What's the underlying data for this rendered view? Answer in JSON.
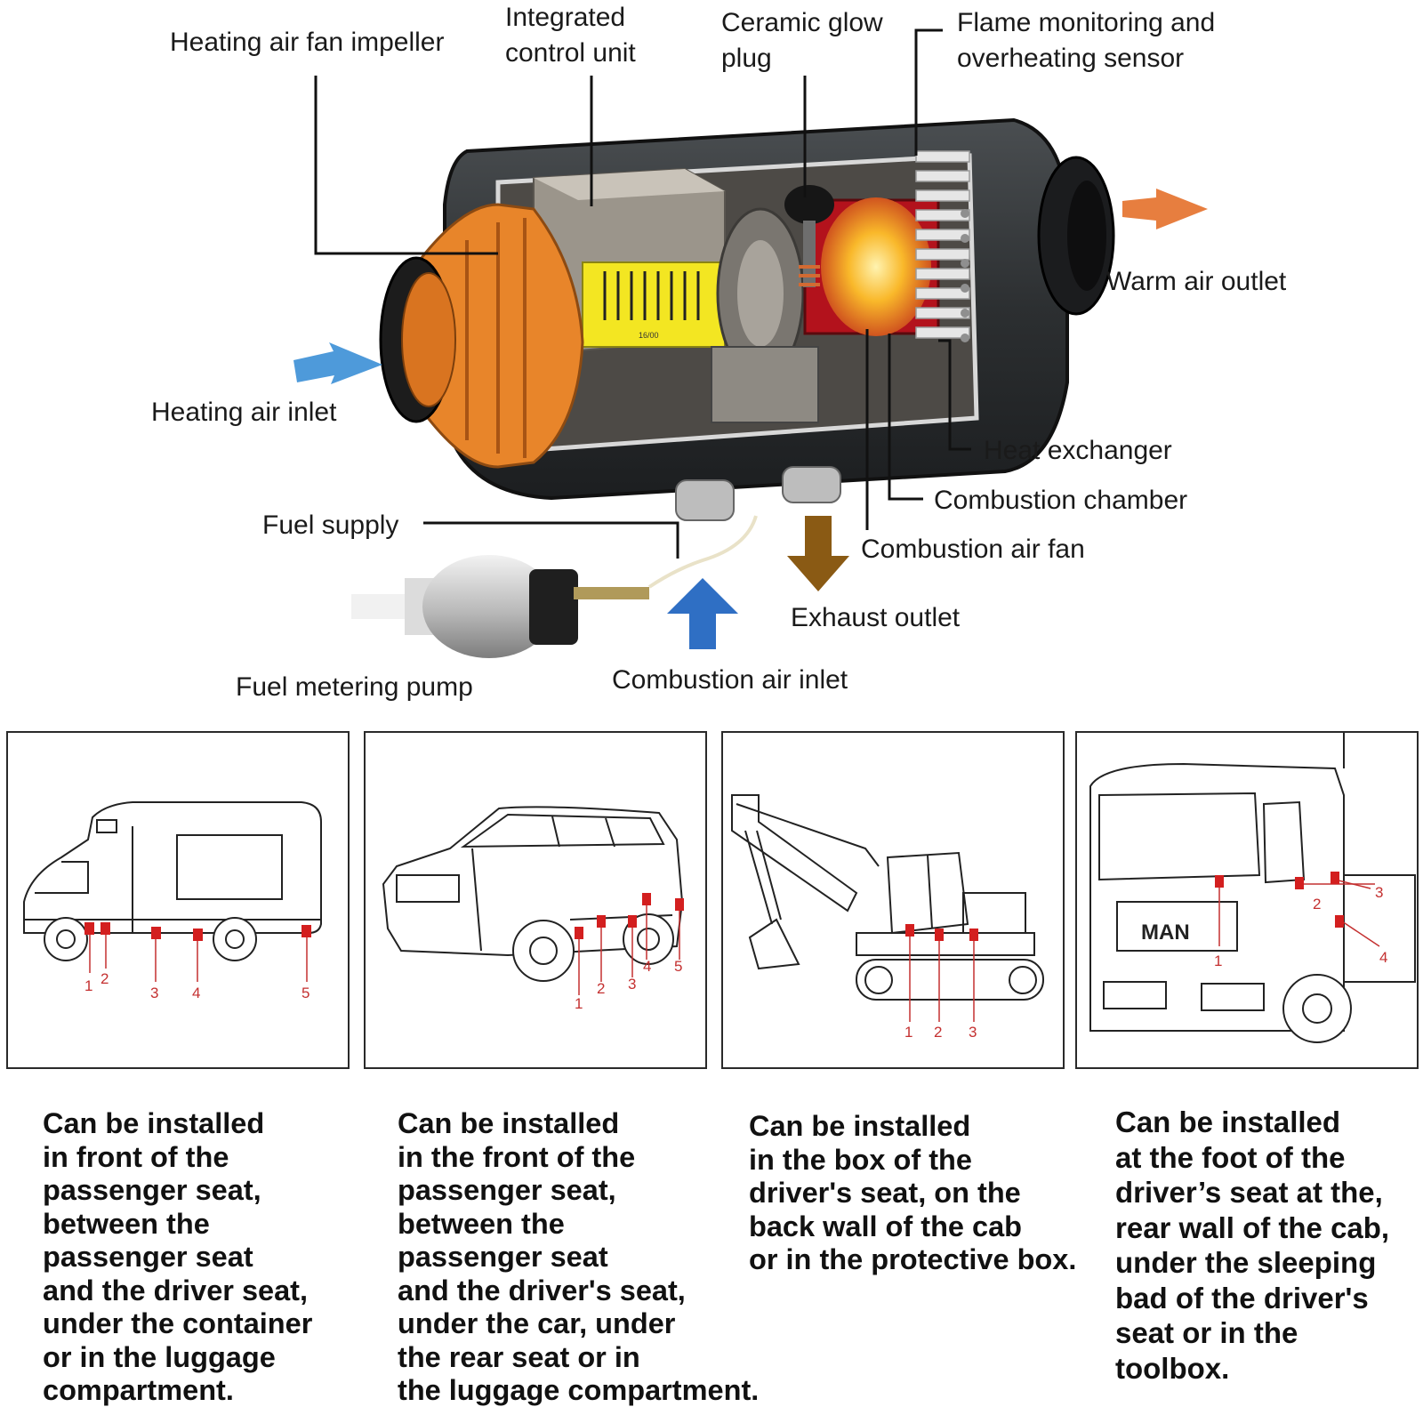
{
  "heater_labels": {
    "fan_impeller": "Heating air fan impeller",
    "control_unit": "Integrated\ncontrol unit",
    "glow_plug": "Ceramic glow\nplug",
    "flame_sensor": "Flame monitoring and\noverheating sensor",
    "warm_outlet": "Warm air outlet",
    "air_inlet": "Heating air inlet",
    "heat_exchanger": "Heat exchanger",
    "combustion_chamber": "Combustion chamber",
    "fuel_supply": "Fuel supply",
    "combustion_fan": "Combustion air fan",
    "exhaust_outlet": "Exhaust outlet",
    "metering_pump": "Fuel metering pump",
    "combustion_inlet": "Combustion air inlet",
    "pcb_text": "16/00"
  },
  "vehicle_logo": "MAN",
  "colors": {
    "housing": "#2e3133",
    "fan_orange": "#e8852a",
    "flame": "#f6a21c",
    "inlet_arrow": "#3b8fd6",
    "outlet_arrow": "#e4702a",
    "exhaust_arrow": "#8a5a14",
    "marker_red": "#d31f1f"
  },
  "panels": [
    {
      "vehicle": "motorhome",
      "markers": [
        "1",
        "2",
        "3",
        "4",
        "5"
      ],
      "description": "Can be installed\nin front of the\npassenger seat,\nbetween the\npassenger seat\nand the driver seat,\nunder the container\nor in the luggage\ncompartment."
    },
    {
      "vehicle": "suv",
      "markers": [
        "1",
        "2",
        "3",
        "4",
        "5"
      ],
      "description": "Can be installed\nin the front of the\npassenger seat,\nbetween the\npassenger seat\nand the driver's seat,\nunder the car, under\nthe rear seat or in\nthe luggage compartment."
    },
    {
      "vehicle": "excavator",
      "markers": [
        "1",
        "2",
        "3"
      ],
      "description": "Can be installed\nin the box of the\ndriver's seat, on the\nback wall of the cab\nor in the protective box."
    },
    {
      "vehicle": "truck",
      "markers": [
        "1",
        "2",
        "3",
        "4"
      ],
      "description": "Can be installed\nat the foot of the\ndriver’s seat at the,\nrear wall of the cab,\nunder the sleeping\nbad of the driver's\nseat or in the\ntoolbox."
    }
  ]
}
